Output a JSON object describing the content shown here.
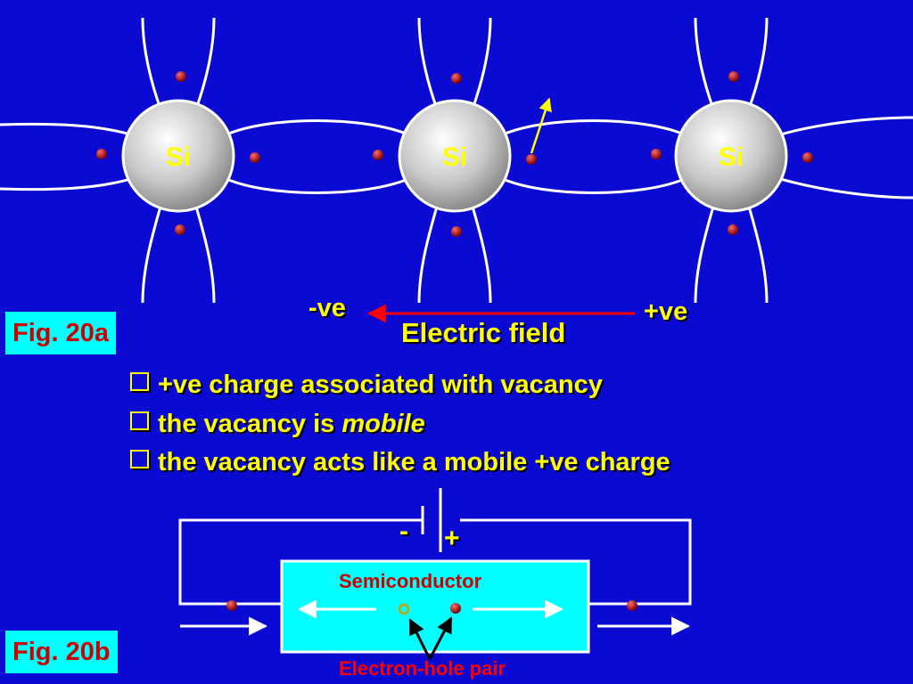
{
  "fig_a": {
    "atom_label": "Si",
    "field_minus": "-ve",
    "field_plus": "+ve",
    "field_caption": "Electric field",
    "badge": "Fig. 20a"
  },
  "bullets": [
    {
      "text": "+ve charge associated with vacancy"
    },
    {
      "pre": "the vacancy is ",
      "emph": "mobile"
    },
    {
      "text": "the vacancy acts like a mobile +ve charge"
    }
  ],
  "fig_b": {
    "minus": "-",
    "plus": "+",
    "device": "Semiconductor",
    "pair_caption": "Electron-hole pair",
    "badge": "Fig. 20b"
  },
  "colors": {
    "background": "#0a0ad2",
    "text": "#ffff00",
    "badge_bg": "#00ffff",
    "badge_text": "#cc0000",
    "electron": "#aa0000",
    "field_arrow": "#ff0000",
    "device_bg": "#00ffff"
  }
}
